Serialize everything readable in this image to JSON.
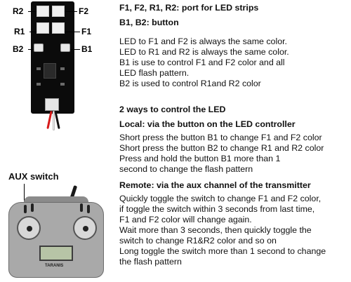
{
  "board_labels": {
    "r2": "R2",
    "f2": "F2",
    "r1": "R1",
    "f1": "F1",
    "b2": "B2",
    "b1": "B1"
  },
  "aux_switch_label": "AUX switch",
  "transmitter_brand": "TARANIS",
  "ports": {
    "ports_line": "F1, F2, R1, R2: port for LED strips",
    "buttons_line": "B1, B2: button"
  },
  "description_lines": [
    "LED to F1 and F2 is always the same color.",
    "LED to R1 and R2 is always the same color.",
    "B1 is use to control F1 and F2 color and all",
    "LED flash pattern.",
    "B2 is used to control R1and R2 color"
  ],
  "control_title": "2 ways to control the LED",
  "local": {
    "title": "Local: via the button on the LED controller",
    "lines": [
      "Short press the button B1 to change F1 and F2 color",
      "Short press the button B2 to change R1 and R2 color",
      "Press and hold the button B1 more than 1",
      "second to change the flash pattern"
    ]
  },
  "remote": {
    "title": "Remote: via the aux channel of the transmitter",
    "lines": [
      "Quickly toggle the switch to change F1 and F2 color,",
      "if toggle the switch within 3 seconds from last time,",
      "F1 and F2 color will change again.",
      "Wait more than 3 seconds, then quickly toggle the",
      "switch to change R1&R2 color and so on",
      "Long toggle the switch more than 1 second to change",
      "the flash pattern"
    ]
  }
}
